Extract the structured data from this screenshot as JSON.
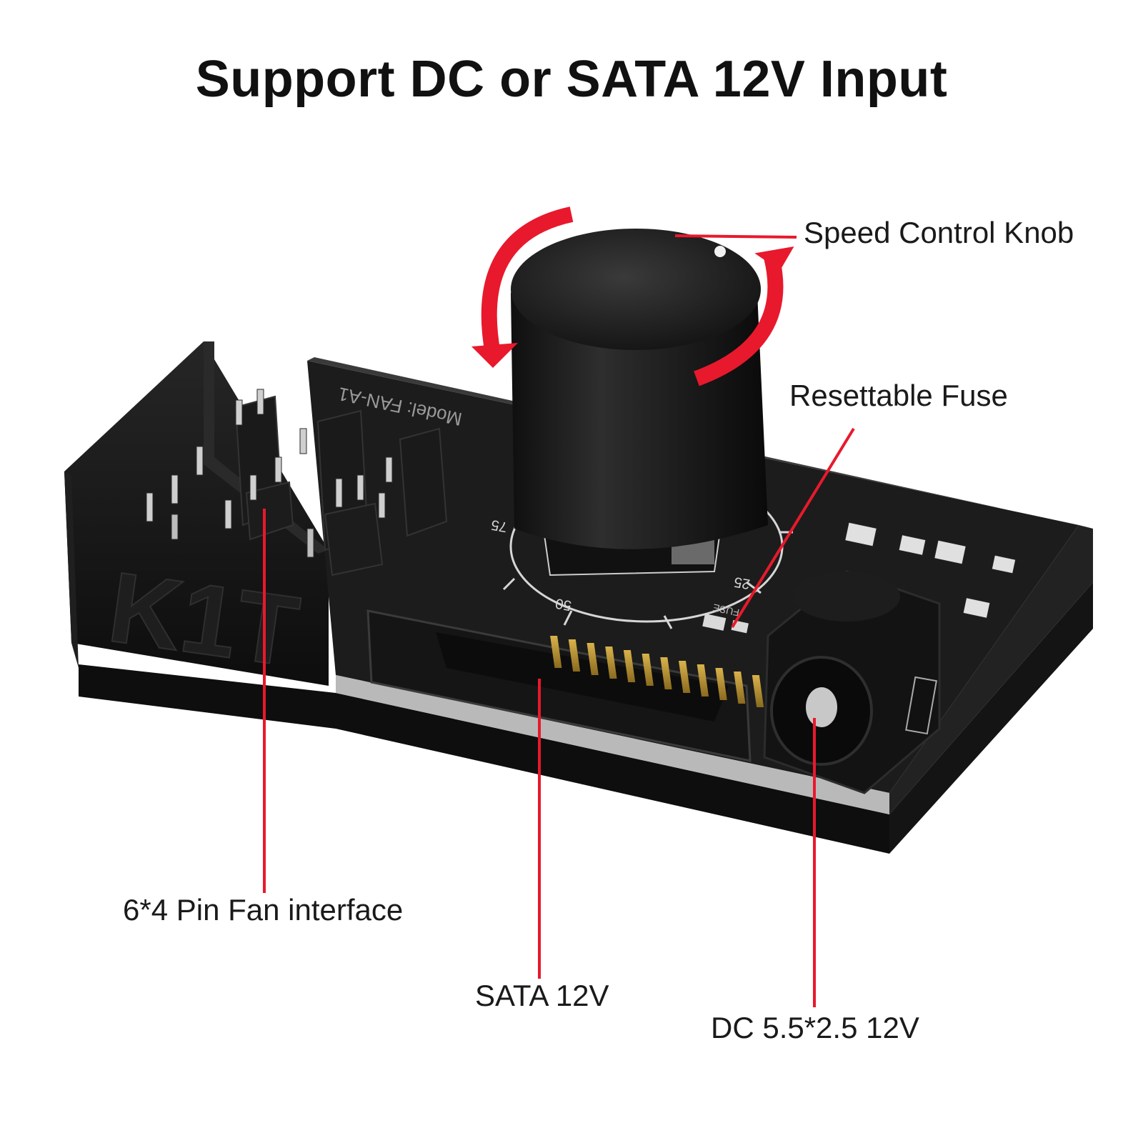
{
  "title": "Support DC or SATA 12V Input",
  "callouts": {
    "knob": "Speed Control Knob",
    "fuse": "Resettable Fuse",
    "fan": "6*4 Pin Fan interface",
    "sata": "SATA 12V",
    "dc": "DC 5.5*2.5 12V"
  },
  "board_markings": {
    "logo": "K1T",
    "model": "Model: FAN-A1",
    "fuse_mark": "FUSE",
    "dial_marks": [
      "75",
      "50",
      "25"
    ]
  },
  "colors": {
    "accent": "#e8192c",
    "board": "#1c1c1c",
    "case": "#151515",
    "text": "#1a1a1a"
  },
  "icons": [
    "rotate-arrow-icon"
  ]
}
